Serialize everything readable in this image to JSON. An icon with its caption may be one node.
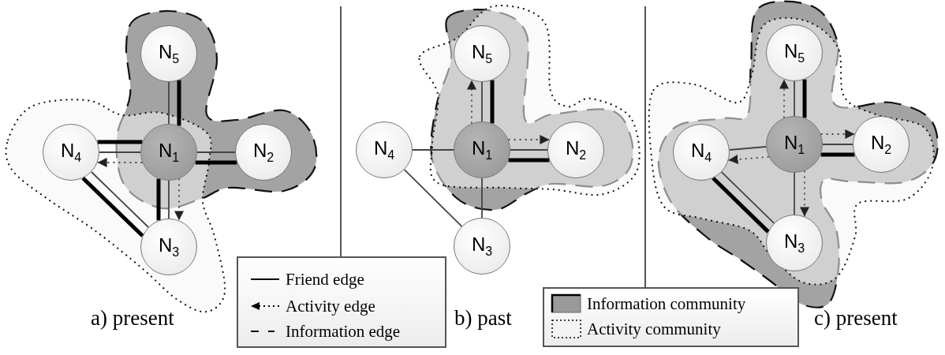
{
  "diagram": {
    "nodes": [
      {
        "text": [
          "N$_{5}$"
        ]
      },
      {
        "text": [
          "N$_{4}$"
        ]
      },
      {
        "text": [
          "N$_{1}$"
        ]
      },
      {
        "text": [
          "N$_{2}$"
        ]
      },
      {
        "text": [
          "N$_{3}$"
        ]
      },
      {
        "text": [
          "N$_{5}$"
        ]
      },
      {
        "text": [
          "N$_{4}$"
        ]
      },
      {
        "text": [
          "N$_{1}$"
        ]
      },
      {
        "text": [
          "N$_{2}$"
        ]
      },
      {
        "text": [
          "N$_{3}$"
        ]
      },
      {
        "text": [
          "N$_{5}$"
        ]
      },
      {
        "text": [
          "N$_{4}$"
        ]
      },
      {
        "text": [
          "N$_{1}$"
        ]
      },
      {
        "text": [
          "N$_{2}$"
        ]
      },
      {
        "text": [
          "N$_{3}$"
        ]
      }
    ],
    "edges": [
      {
        "from": 2,
        "to": 0,
        "arrow": "none"
      },
      {
        "from": 2,
        "to": 1,
        "arrow": "none"
      },
      {
        "from": 2,
        "to": 3,
        "arrow": "none"
      },
      {
        "from": 2,
        "to": 4,
        "arrow": "none"
      },
      {
        "from": 1,
        "to": 4,
        "arrow": "none"
      },
      {
        "from": 2,
        "to": 1,
        "arrow": "to",
        "style": "dashed"
      },
      {
        "from": 2,
        "to": 4,
        "arrow": "to",
        "style": "dashed"
      },
      {
        "from": 2,
        "to": 0,
        "arrow": "none",
        "style": "thick",
        "color": "#000000"
      },
      {
        "from": 2,
        "to": 1,
        "arrow": "none",
        "style": "thick",
        "color": "#000000"
      },
      {
        "from": 2,
        "to": 3,
        "arrow": "none",
        "style": "thick",
        "color": "#000000"
      },
      {
        "from": 2,
        "to": 4,
        "arrow": "none",
        "style": "thick",
        "color": "#000000"
      },
      {
        "from": 1,
        "to": 4,
        "arrow": "none",
        "style": "thick",
        "color": "#000000"
      },
      {
        "from": 7,
        "to": 5,
        "arrow": "none"
      },
      {
        "from": 7,
        "to": 6,
        "arrow": "none"
      },
      {
        "from": 7,
        "to": 8,
        "arrow": "none"
      },
      {
        "from": 7,
        "to": 9,
        "arrow": "none"
      },
      {
        "from": 6,
        "to": 9,
        "arrow": "none"
      },
      {
        "from": 7,
        "to": 5,
        "arrow": "to",
        "style": "dashed"
      },
      {
        "from": 7,
        "to": 8,
        "arrow": "to",
        "style": "dashed"
      },
      {
        "from": 7,
        "to": 5,
        "arrow": "none",
        "style": "thick",
        "color": "#000000"
      },
      {
        "from": 7,
        "to": 8,
        "arrow": "none",
        "style": "thick",
        "color": "#000000"
      },
      {
        "from": 12,
        "to": 10,
        "arrow": "none"
      },
      {
        "from": 12,
        "to": 11,
        "arrow": "none"
      },
      {
        "from": 12,
        "to": 13,
        "arrow": "none"
      },
      {
        "from": 12,
        "to": 14,
        "arrow": "none"
      },
      {
        "from": 11,
        "to": 14,
        "arrow": "none"
      },
      {
        "from": 12,
        "to": 10,
        "arrow": "to",
        "style": "dashed"
      },
      {
        "from": 12,
        "to": 13,
        "arrow": "to",
        "style": "dashed"
      },
      {
        "from": 12,
        "to": 11,
        "arrow": "to",
        "style": "dashed"
      },
      {
        "from": 12,
        "to": 14,
        "arrow": "to",
        "style": "dashed"
      },
      {
        "from": 12,
        "to": 10,
        "arrow": "none",
        "style": "thick",
        "color": "#000000"
      },
      {
        "from": 12,
        "to": 13,
        "arrow": "none",
        "style": "thick",
        "color": "#000000"
      },
      {
        "from": 11,
        "to": 14,
        "arrow": "none",
        "style": "thick",
        "color": "#000000"
      }
    ],
    "labels": [
      "a) present",
      "b) past",
      "c) present"
    ],
    "legend": [
      {
        "text": "Friend edge"
      },
      {
        "text": "Activity edge"
      },
      {
        "text": "Information edge"
      },
      {
        "text": "Information community"
      },
      {
        "text": "Activity community"
      }
    ]
  }
}
